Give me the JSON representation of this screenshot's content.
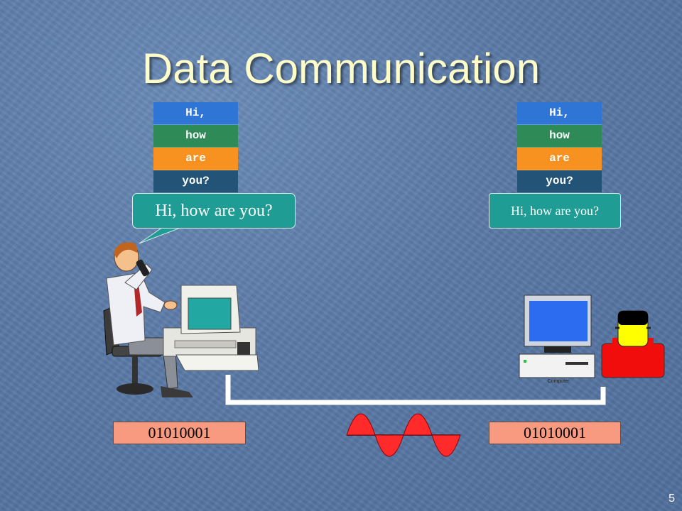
{
  "slide": {
    "title": "Data Communication",
    "page_number": "5"
  },
  "sender": {
    "stack": [
      "Hi,",
      "how",
      "are",
      "you?"
    ],
    "bubble_text": "Hi, how are you?",
    "binary": "01010001"
  },
  "receiver": {
    "stack": [
      "Hi,",
      "how",
      "are",
      "you?"
    ],
    "message_text": "Hi, how are you?",
    "binary": "01010001",
    "computer_label": "Computer"
  },
  "colors": {
    "stack": [
      "#2e75d6",
      "#2e8b57",
      "#f79220",
      "#235477"
    ],
    "bubble": "#1f9d95",
    "binary_box": "#f79a80",
    "signal": "#ff2a2a",
    "title": "#fefcc8"
  },
  "icons": {
    "sender": "man-on-phone-at-computer-icon",
    "receiver": "person-with-headset-icon",
    "receiver_computer": "desktop-computer-icon",
    "signal": "analog-wave-icon"
  }
}
